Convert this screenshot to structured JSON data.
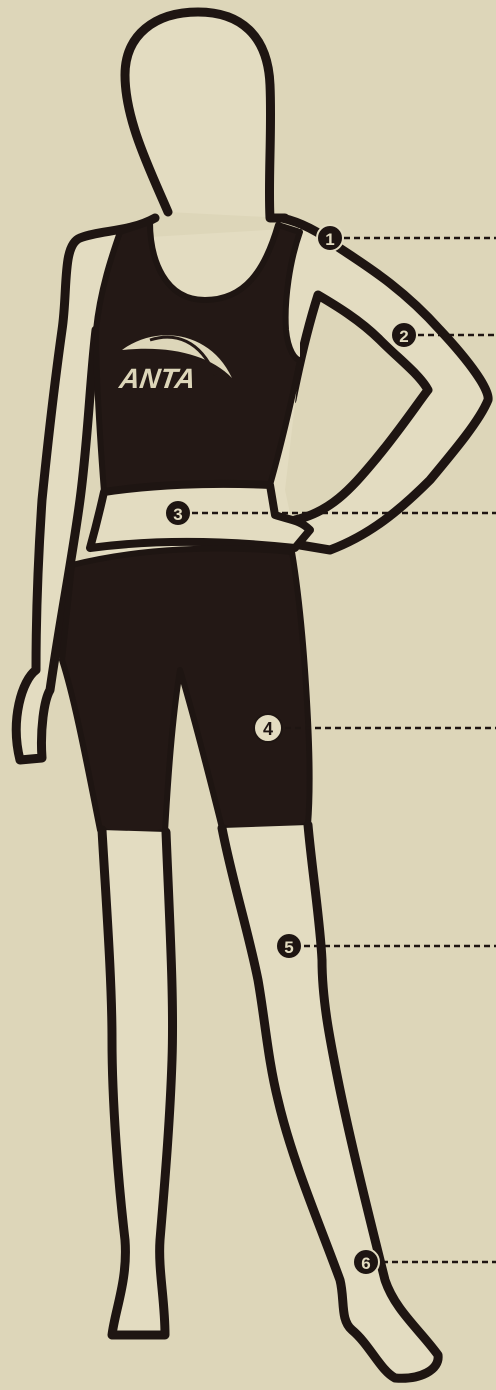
{
  "figure": {
    "background_color": "#ddd6b9",
    "outline_color": "#1e1512",
    "garment_color": "#231815",
    "skin_color": "#e3dcc1",
    "brand": {
      "logo_text": "ANTA",
      "logo_color": "#ddd6b9"
    }
  },
  "markers": [
    {
      "label": "1",
      "style": "dark"
    },
    {
      "label": "2",
      "style": "dark"
    },
    {
      "label": "3",
      "style": "dark"
    },
    {
      "label": "4",
      "style": "light"
    },
    {
      "label": "5",
      "style": "dark"
    },
    {
      "label": "6",
      "style": "dark"
    }
  ]
}
